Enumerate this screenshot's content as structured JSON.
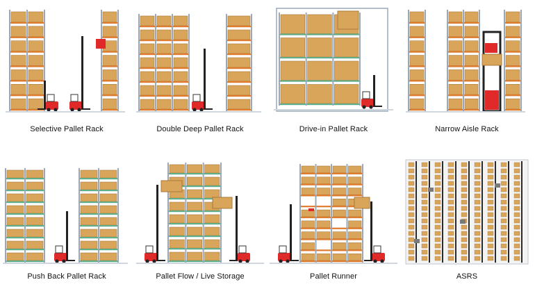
{
  "panels": [
    {
      "label": "Selective Pallet Rack",
      "icon": "selective-pallet-rack-icon"
    },
    {
      "label": "Double Deep Pallet Rack",
      "icon": "double-deep-pallet-rack-icon"
    },
    {
      "label": "Drive-in Pallet Rack",
      "icon": "drive-in-pallet-rack-icon"
    },
    {
      "label": "Narrow Aisle Rack",
      "icon": "narrow-aisle-rack-icon"
    },
    {
      "label": "Push Back Pallet Rack",
      "icon": "push-back-pallet-rack-icon"
    },
    {
      "label": "Pallet Flow / Live Storage",
      "icon": "pallet-flow-live-storage-icon"
    },
    {
      "label": "Pallet Runner",
      "icon": "pallet-runner-icon"
    },
    {
      "label": "ASRS",
      "icon": "asrs-icon"
    }
  ],
  "colors": {
    "carton": "#d9a55a",
    "carton_edge": "#a87a3a",
    "beam": "#e07a2c",
    "beam_green": "#5fae8a",
    "frame": "#9aa8b8",
    "forklift": "#e02a2a",
    "mast": "#222222",
    "floor": "#cfd6de"
  }
}
